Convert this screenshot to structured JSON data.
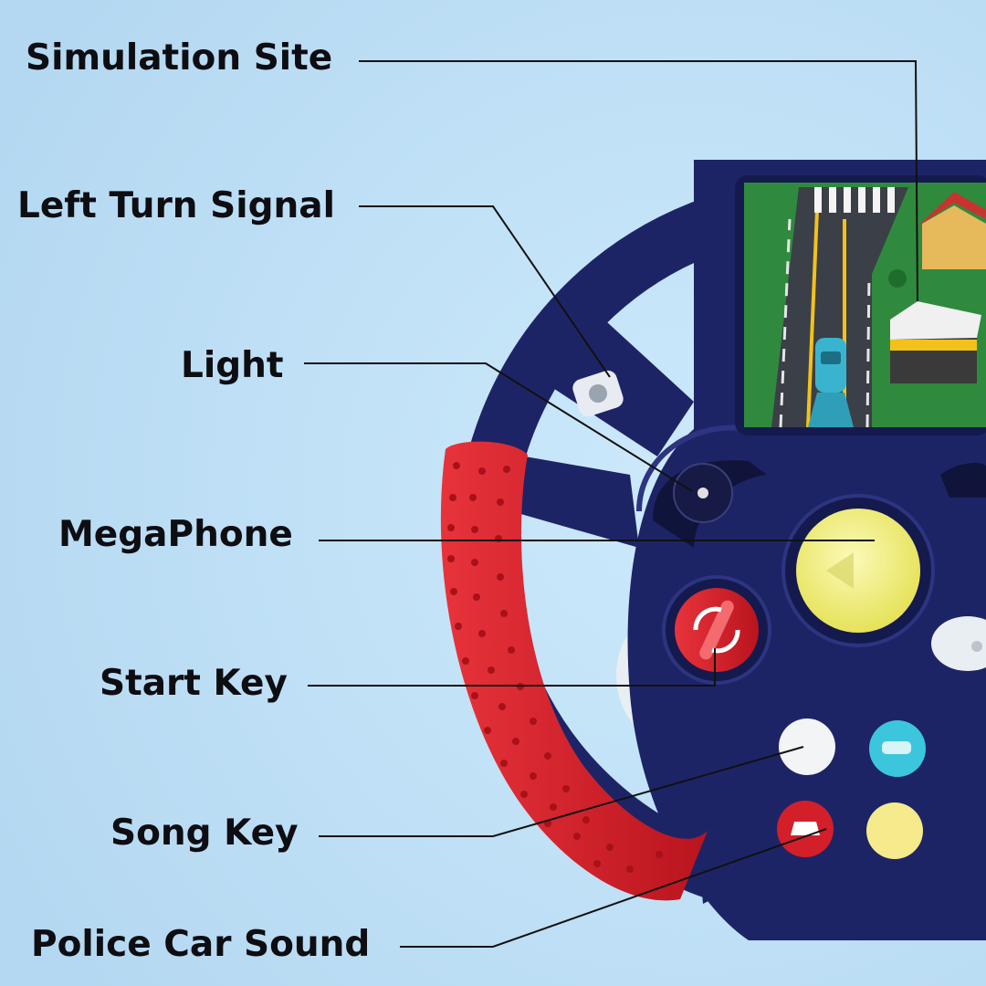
{
  "labels": {
    "simulation_site": "Simulation Site",
    "left_turn_signal": "Left Turn Signal",
    "light": "Light",
    "megaphone": "MegaPhone",
    "start_key": "Start Key",
    "song_key": "Song Key",
    "police_car_sound": "Police Car Sound"
  },
  "colors": {
    "background": "#bfe0f6",
    "wheel_navy": "#1d2466",
    "grip_red": "#d8222b",
    "megaphone_yellow": "#f3f08a",
    "screen_green": "#2f8a3e"
  }
}
